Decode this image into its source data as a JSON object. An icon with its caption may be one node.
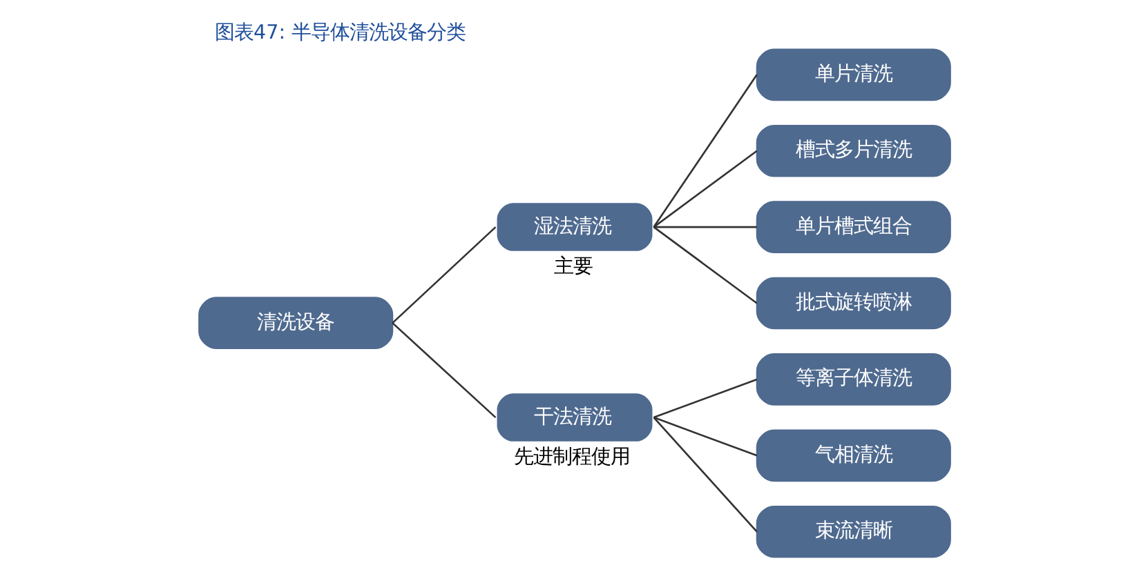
{
  "diagram": {
    "title": "图表47: 半导体清洗设备分类",
    "nodes": [
      {
        "text": [
          "清洗设备"
        ]
      },
      {
        "text": [
          "湿法清洗"
        ],
        "beside": [
          "主要"
        ]
      },
      {
        "text": [
          "干法清洗"
        ],
        "beside": [
          "先进制程使用"
        ]
      },
      {
        "text": [
          "单片清洗"
        ]
      },
      {
        "text": [
          "槽式多片清洗"
        ]
      },
      {
        "text": [
          "单片槽式组合"
        ]
      },
      {
        "text": [
          "批式旋转喷淋"
        ]
      },
      {
        "text": [
          "等离子体清洗"
        ]
      },
      {
        "text": [
          "气相清洗"
        ]
      },
      {
        "text": [
          "束流清晰"
        ]
      }
    ],
    "edges": [
      {
        "from": 0,
        "to": 1,
        "arrow": "none"
      },
      {
        "from": 0,
        "to": 2,
        "arrow": "none"
      },
      {
        "from": 1,
        "to": 3,
        "arrow": "none"
      },
      {
        "from": 1,
        "to": 4,
        "arrow": "none"
      },
      {
        "from": 1,
        "to": 5,
        "arrow": "none"
      },
      {
        "from": 1,
        "to": 6,
        "arrow": "none"
      },
      {
        "from": 2,
        "to": 7,
        "arrow": "none"
      },
      {
        "from": 2,
        "to": 8,
        "arrow": "none"
      },
      {
        "from": 2,
        "to": 9,
        "arrow": "none"
      }
    ]
  }
}
